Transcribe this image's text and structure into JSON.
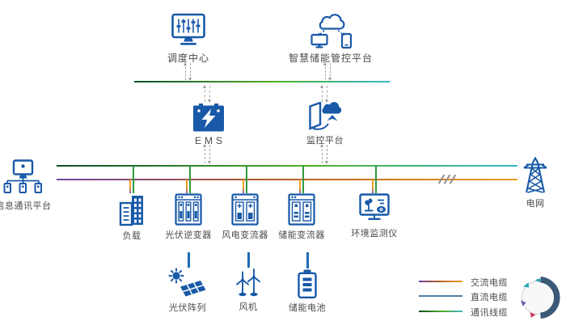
{
  "nodes": {
    "dispatch_center": {
      "label": "调度中心",
      "icon": "control-monitor-icon"
    },
    "smart_storage_platform": {
      "label": "智慧储能管控平台",
      "icon": "cloud-devices-icon"
    },
    "ems": {
      "label": "EMS",
      "icon": "ems-lightning-box-icon"
    },
    "monitoring_platform": {
      "label": "监控平台",
      "icon": "screen-cloud-upload-icon"
    },
    "info_comm_platform": {
      "label": "信息通讯平台",
      "icon": "network-hub-icon"
    },
    "power_grid": {
      "label": "电网",
      "icon": "transmission-tower-icon"
    },
    "load": {
      "label": "负载",
      "icon": "buildings-icon"
    },
    "pv_inverter": {
      "label": "光伏逆变器",
      "icon": "inverter-cabinet-icon"
    },
    "wind_converter": {
      "label": "风电变流器",
      "icon": "converter-cabinet-icon"
    },
    "storage_converter": {
      "label": "储能变流器",
      "icon": "storage-cabinet-icon"
    },
    "env_monitor": {
      "label": "环境监测仪",
      "icon": "monitor-plant-eye-icon"
    },
    "pv_array": {
      "label": "光伏阵列",
      "icon": "sun-solar-panel-icon"
    },
    "wind_turbine": {
      "label": "风机",
      "icon": "wind-turbines-icon"
    },
    "storage_battery": {
      "label": "储能电池",
      "icon": "battery-icon"
    }
  },
  "legend": {
    "ac_cable": {
      "label": "交流电缆",
      "style": "gradient #6f43a0 to #f29c1f"
    },
    "dc_cable": {
      "label": "直流电缆",
      "color": "#4d7fa8"
    },
    "comm_cable": {
      "label": "通讯线缆",
      "style": "gradient #0d4f28 to #39b7c8"
    }
  },
  "colors": {
    "icon_blue": "#1859a8",
    "label_gray": "#4a4a4a",
    "ac_purple": "#6f43a0",
    "ac_orange": "#f29c1f",
    "comm_dark_green": "#0d4f28",
    "comm_green": "#4fae2a",
    "comm_teal": "#39b7c8",
    "dc_steel_blue": "#4d7fa8",
    "dc_bright_blue": "#1f6cb5",
    "decor_arc_slate": "#3c5a78",
    "decor_teal": "#2aa7b5",
    "decor_purple": "#6a5ca8",
    "decor_red": "#d4335c"
  }
}
